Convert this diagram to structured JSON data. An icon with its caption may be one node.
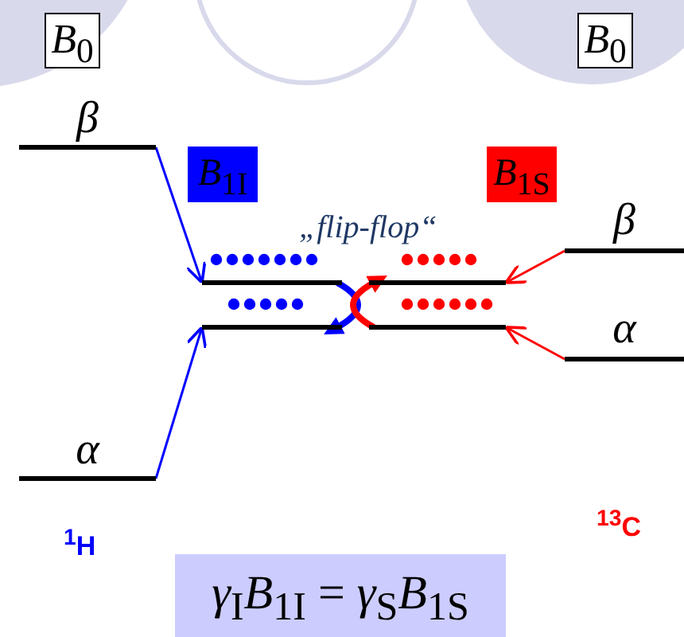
{
  "diagram": {
    "nodes": [
      {
        "text": [
          "*B*$_{0}$"
        ]
      },
      {
        "text": [
          "*B*$_{0}$"
        ]
      },
      {
        "text": [
          "β"
        ]
      },
      {
        "text": [
          "*B*$_{1I}$"
        ]
      },
      {
        "text": [
          "*B*$_{1S}$"
        ]
      },
      {
        "text": [
          "β"
        ]
      },
      {
        "text": [],
        "shape": "bar"
      },
      {
        "text": [],
        "shape": "bar"
      },
      {
        "text": [
          "α"
        ]
      },
      {
        "text": [],
        "shape": "bar"
      },
      {
        "text": [],
        "shape": "bar"
      },
      {
        "text": [
          "α"
        ]
      },
      {
        "text": [
          "*γ*$_{I}$*B*$_{1I}$ = *γ*$_{S}$*B*$_{1S}$"
        ]
      }
    ],
    "edges": [
      {
        "from": 2,
        "to": 6,
        "arrow": "to",
        "color": "#0000ff"
      },
      {
        "from": 11,
        "to": 9,
        "arrow": "to",
        "color": "#0000ff"
      },
      {
        "from": 5,
        "to": 7,
        "arrow": "to",
        "color": "#ff0000"
      },
      {
        "from": 8,
        "to": 10,
        "arrow": "to",
        "color": "#ff0000"
      },
      {
        "from": 6,
        "to": 9,
        "arrow": "to",
        "style": "thick",
        "color": "#0000ff"
      },
      {
        "from": 10,
        "to": 7,
        "arrow": "to",
        "style": "thick",
        "color": "#ff0000"
      }
    ],
    "labels": [
      "„flip-flop“",
      "$^{1}$H",
      "$^{13}$C"
    ]
  }
}
